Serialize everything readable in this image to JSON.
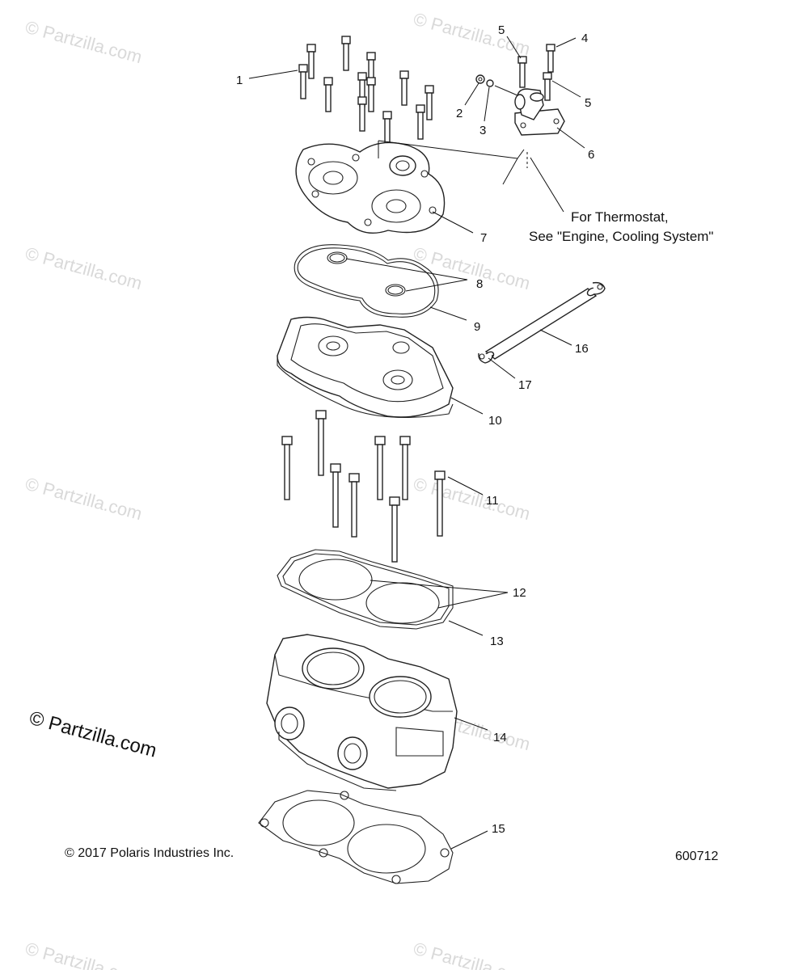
{
  "callouts": [
    "1",
    "2",
    "3",
    "4",
    "5",
    "5",
    "6",
    "7",
    "8",
    "9",
    "10",
    "11",
    "12",
    "13",
    "14",
    "15",
    "16",
    "17"
  ],
  "note": {
    "line1": "For Thermostat,",
    "line2": "See \"Engine, Cooling System\""
  },
  "watermark": "© Partzilla.com",
  "copyright": "© 2017 Polaris Industries Inc.",
  "diagram_number": "600712"
}
